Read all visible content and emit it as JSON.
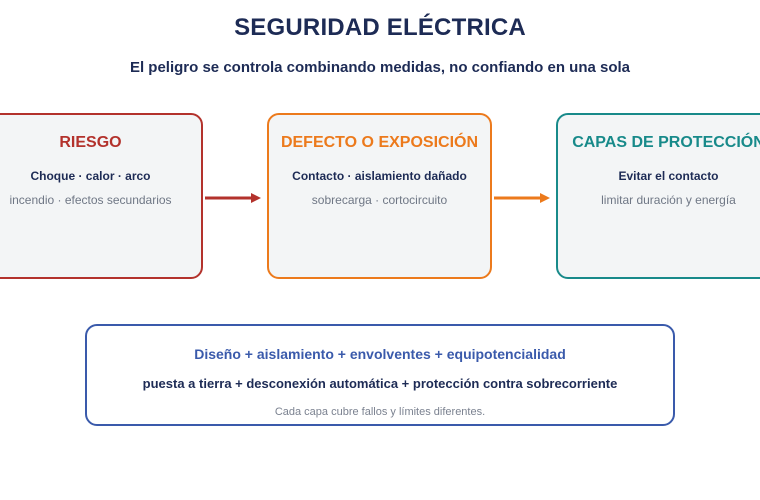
{
  "title": "SEGURIDAD ELÉCTRICA",
  "subtitle": "El peligro se controla combinando medidas, no confiando en una sola",
  "boxes": [
    {
      "heading": "RIESGO",
      "main": "Choque · calor · arco",
      "sub": "incendio · efectos secundarios",
      "color": "#b3322c"
    },
    {
      "heading": "DEFECTO O EXPOSICIÓN",
      "main": "Contacto · aislamiento dañado",
      "sub": "sobrecarga · cortocircuito",
      "color": "#ec7a1c"
    },
    {
      "heading": "CAPAS DE PROTECCIÓN",
      "main": "Evitar el contacto",
      "sub": "limitar duración y energía",
      "color": "#188a8a"
    }
  ],
  "arrows": [
    {
      "icon": "right-arrow-icon",
      "color": "#b3322c"
    },
    {
      "icon": "right-arrow-icon",
      "color": "#ec7a1c"
    }
  ],
  "summary": {
    "line1": "Diseño + aislamiento + envolventes + equipotencialidad",
    "line2": "puesta a tierra + desconexión automática + protección contra sobrecorriente",
    "note": "Cada capa cubre fallos y límites diferentes.",
    "color": "#3a5aab"
  }
}
